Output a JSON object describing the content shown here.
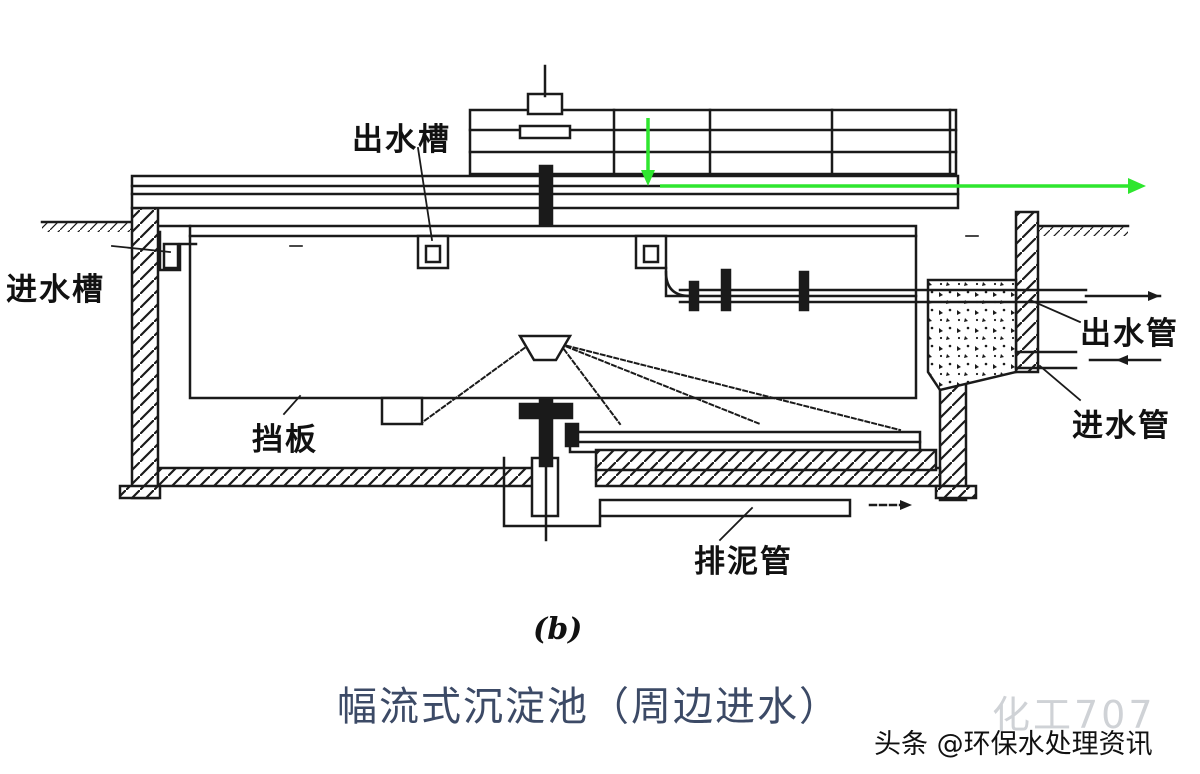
{
  "labels": {
    "outlet_trough": "出水槽",
    "inlet_trough": "进水槽",
    "outlet_pipe": "出水管",
    "inlet_pipe": "进水管",
    "baffle": "挡板",
    "sludge_pipe": "排泥管"
  },
  "caption": {
    "sub": "(b)",
    "main": "幅流式沉淀池（周边进水）"
  },
  "watermark": {
    "logo_text": "化工707",
    "credit": "头条 @环保水处理资讯"
  },
  "colors": {
    "line": "#1a1a1a",
    "highlight_arrow": "#2ee62e",
    "caption": "#3c4a66",
    "background": "#ffffff"
  }
}
